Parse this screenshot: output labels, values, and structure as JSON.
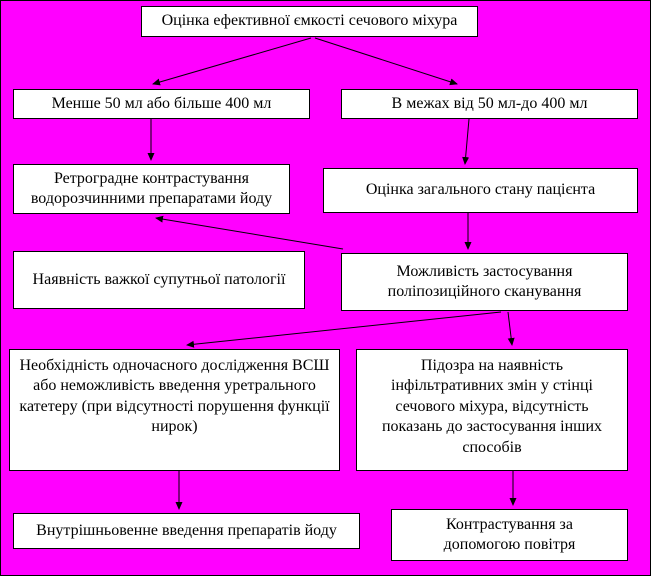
{
  "background_color": "#FF00FF",
  "box_fill_color": "#FFFFFF",
  "box_border_color": "#000000",
  "nodes": {
    "root": {
      "label": "Оцінка ефективної ємкості сечового міхура"
    },
    "cond_small_large": {
      "label": "Менше 50 мл або більше 400 мл"
    },
    "cond_range": {
      "label": "В межах від 50 мл-до 400 мл"
    },
    "retrograde": {
      "label": "Ретроградне контрастування водорозчинними препаратами йоду"
    },
    "assessment": {
      "label": "Оцінка загального стану пацієнта"
    },
    "pathology": {
      "label": "Наявність важкої супутньої патології"
    },
    "multiposition": {
      "label": "Можливість застосування поліпозиційного сканування"
    },
    "need_vsh": {
      "label": "Необхідність одночасного дослідження ВСШ або неможливість введення уретрального катетеру (при відсутності порушення функції нирок)"
    },
    "infiltrative": {
      "label": "Підозра на наявність інфільтративних змін у стінці сечового міхура, відсутність показань до застосування інших способів"
    },
    "iv_iodine": {
      "label": "Внутрішньовенне введення препаратів йоду"
    },
    "air_contrast": {
      "label": "Контрастування за допомогою повітря"
    }
  },
  "edges": [
    {
      "from": "root",
      "to": "cond_small_large"
    },
    {
      "from": "root",
      "to": "cond_range"
    },
    {
      "from": "cond_small_large",
      "to": "retrograde"
    },
    {
      "from": "cond_range",
      "to": "assessment"
    },
    {
      "from": "assessment",
      "to": "multiposition"
    },
    {
      "from": "multiposition",
      "to": "retrograde"
    },
    {
      "from": "multiposition",
      "to": "need_vsh"
    },
    {
      "from": "multiposition",
      "to": "infiltrative"
    },
    {
      "from": "need_vsh",
      "to": "iv_iodine"
    },
    {
      "from": "infiltrative",
      "to": "air_contrast"
    }
  ]
}
